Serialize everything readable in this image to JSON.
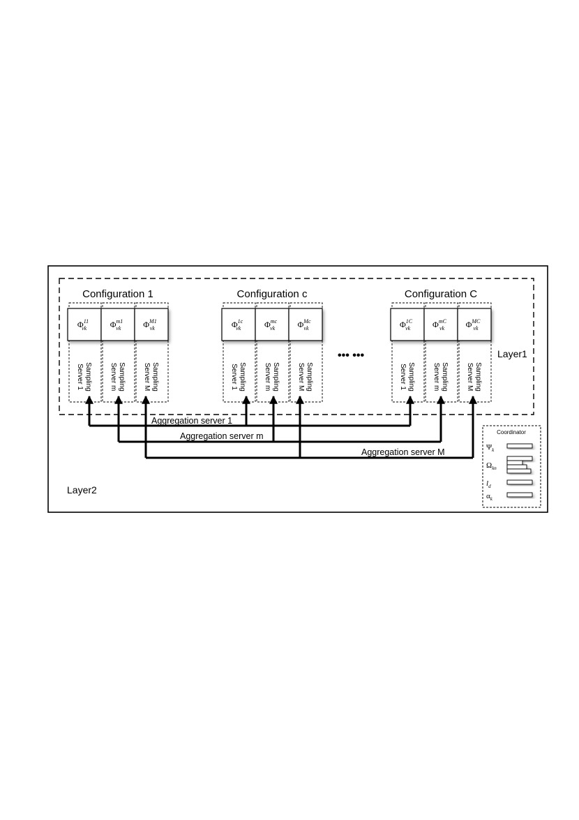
{
  "diagram": {
    "layers": {
      "layer1": "Layer1",
      "layer2": "Layer2"
    },
    "ellipsis": "•••  •••",
    "configurations": [
      {
        "title": "Configuration 1",
        "servers": [
          {
            "symbol": "Φ",
            "sub": "vk",
            "sup": "11",
            "line1": "Sampling",
            "line2": "Server 1"
          },
          {
            "symbol": "Φ",
            "sub": "vk",
            "sup": "m1",
            "line1": "Sampling",
            "line2": "Server m"
          },
          {
            "symbol": "Φ",
            "sub": "vk",
            "sup": "M1",
            "line1": "Sampling",
            "line2": "Server M"
          }
        ]
      },
      {
        "title": "Configuration c",
        "servers": [
          {
            "symbol": "Φ",
            "sub": "vk",
            "sup": "1c",
            "line1": "Sampling",
            "line2": "Server 1"
          },
          {
            "symbol": "Φ",
            "sub": "vk",
            "sup": "mc",
            "line1": "Sampling",
            "line2": "Server m"
          },
          {
            "symbol": "Φ",
            "sub": "vk",
            "sup": "Mc",
            "line1": "Sampling",
            "line2": "Server M"
          }
        ]
      },
      {
        "title": "Configuration C",
        "servers": [
          {
            "symbol": "Φ",
            "sub": "vk",
            "sup": "1C",
            "line1": "Sampling",
            "line2": "Server 1"
          },
          {
            "symbol": "Φ",
            "sub": "vk",
            "sup": "mC",
            "line1": "Sampling",
            "line2": "Server m"
          },
          {
            "symbol": "Φ",
            "sub": "vk",
            "sup": "MC",
            "line1": "Sampling",
            "line2": "Server M"
          }
        ]
      }
    ],
    "aggregation": [
      {
        "label": "Aggregation server 1"
      },
      {
        "label": "Aggregation server m"
      },
      {
        "label": "Aggregation server M"
      }
    ],
    "coordinator": {
      "title": "Coordinator",
      "items": [
        {
          "symbol": "Ψ",
          "sub": "k"
        },
        {
          "symbol": "Ω",
          "sub": "kn"
        },
        {
          "symbol": "l",
          "sub": "d"
        },
        {
          "symbol": "α",
          "sub": "k"
        }
      ]
    }
  }
}
